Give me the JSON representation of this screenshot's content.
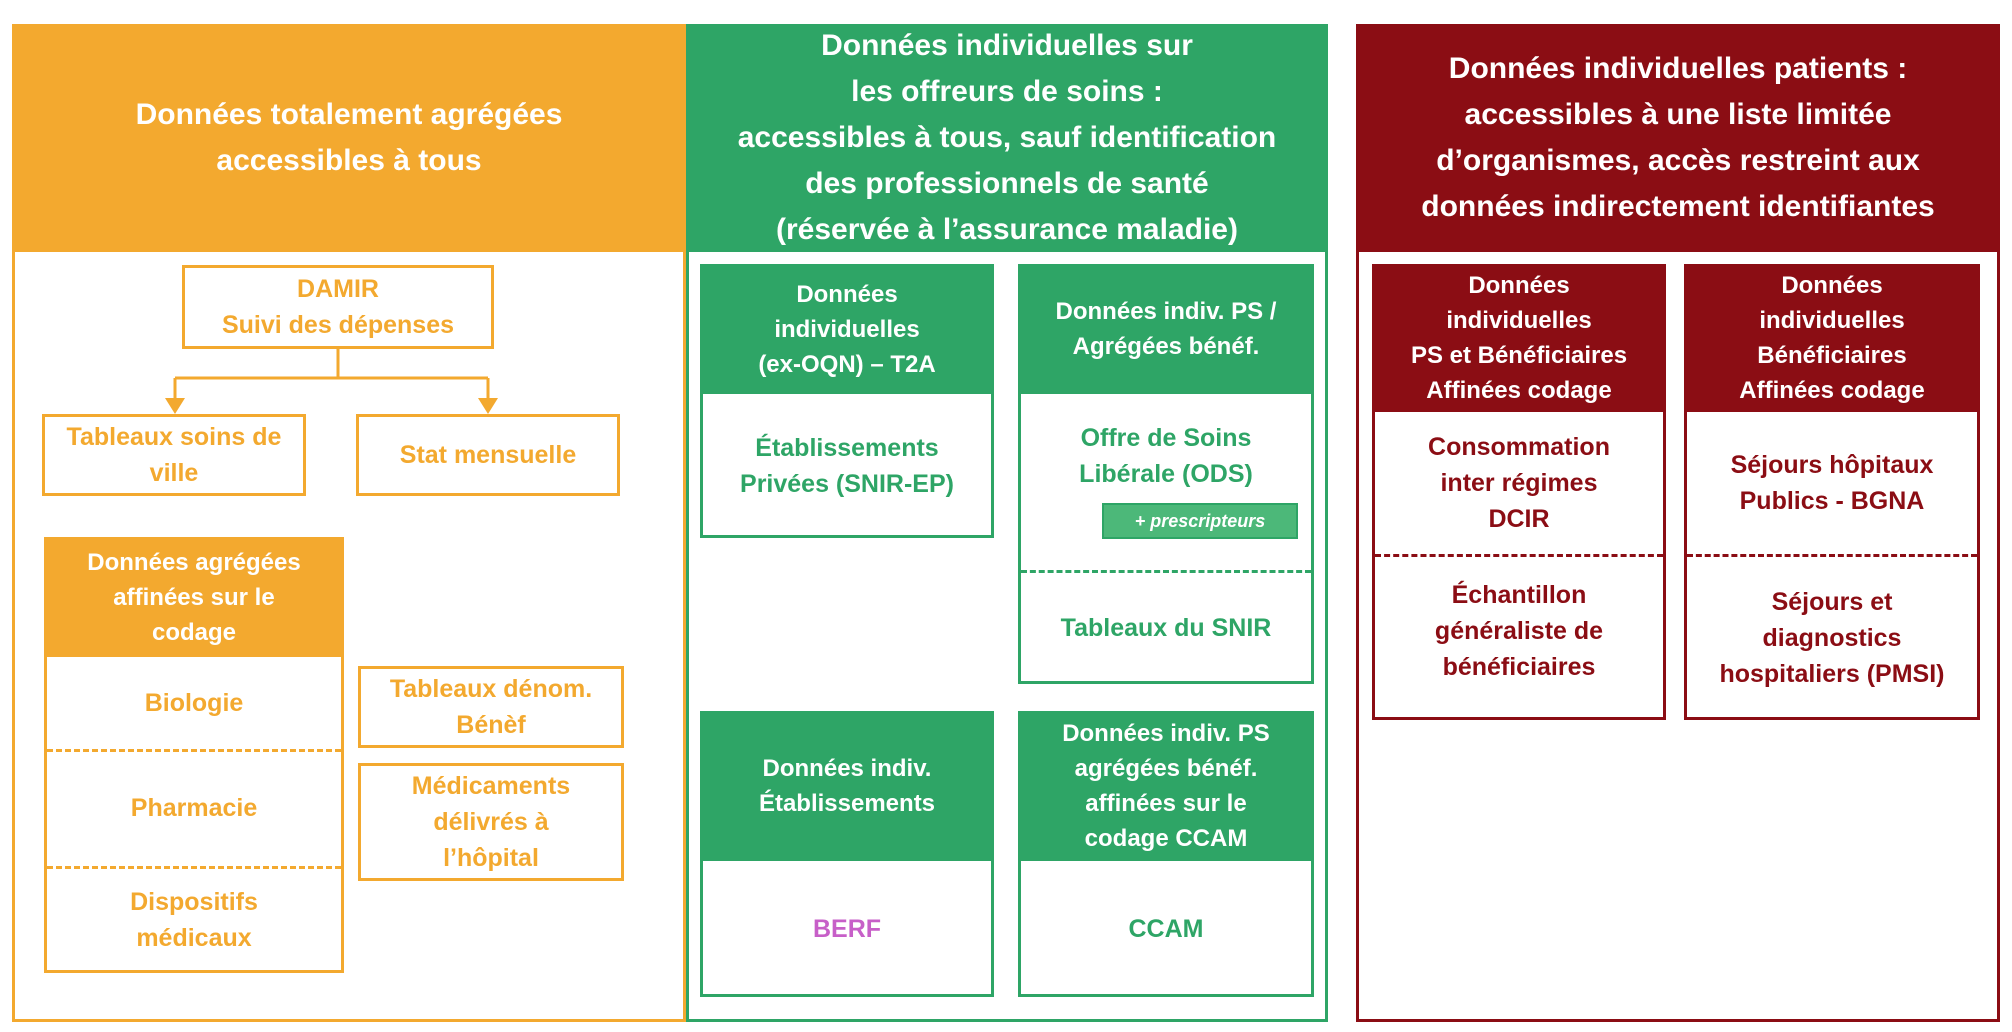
{
  "aggregated": {
    "header": [
      "Données totalement agrégées",
      "accessibles à tous"
    ],
    "damir": [
      "DAMIR",
      "Suivi des dépenses"
    ],
    "tableaux_soins": [
      "Tableaux soins de",
      "ville"
    ],
    "stat_mensuelle": "Stat mensuelle",
    "affinees_header": [
      "Données agrégées",
      "affinées sur le",
      "codage"
    ],
    "biologie": "Biologie",
    "pharmacie": "Pharmacie",
    "dispositifs": [
      "Dispositifs",
      "médicaux"
    ],
    "tableaux_denom": [
      "Tableaux dénom.",
      "Bénèf"
    ],
    "medicaments": [
      "Médicaments",
      "délivrés à",
      "l’hôpital"
    ]
  },
  "providers": {
    "header": [
      "Données individuelles sur",
      "les offreurs de soins :",
      "accessibles à tous, sauf identification",
      "des professionnels de santé",
      "(réservée à l’assurance maladie)"
    ],
    "box1_header": [
      "Données",
      "individuelles",
      "(ex-OQN) – T2A"
    ],
    "box1_item": [
      "Établissements",
      "Privées (SNIR-EP)"
    ],
    "box2_header": [
      "Données indiv. PS /",
      "Agrégées bénéf."
    ],
    "box2_item": [
      "Offre de Soins",
      "Libérale (ODS)"
    ],
    "box2_pill": "+ prescripteurs",
    "box2_item2": "Tableaux du SNIR",
    "box3_header": [
      "Données indiv.",
      "Établissements"
    ],
    "box3_item": "BERF",
    "box3_item_color": "#C75FC8",
    "box4_header": [
      "Données indiv. PS",
      "agrégées bénéf.",
      "affinées sur le",
      "codage CCAM"
    ],
    "box4_item": "CCAM"
  },
  "patients": {
    "header": [
      "Données individuelles patients :",
      "accessibles à une liste limitée",
      "d’organismes, accès restreint aux",
      "données indirectement identifiantes"
    ],
    "box1_header": [
      "Données",
      "individuelles",
      "PS et Bénéficiaires",
      "Affinées codage"
    ],
    "box1_item1": [
      "Consommation",
      "inter régimes",
      "DCIR"
    ],
    "box1_item2": [
      "Échantillon",
      "généraliste de",
      "bénéficiaires"
    ],
    "box2_header": [
      "Données",
      "individuelles",
      "Bénéficiaires",
      "Affinées codage"
    ],
    "box2_item1": [
      "Séjours hôpitaux",
      "Publics - BGNA"
    ],
    "box2_item2": [
      "Séjours et",
      "diagnostics",
      "hospitaliers (PMSI)"
    ]
  },
  "colors": {
    "orange": "#F3A92F",
    "green": "#2EA566",
    "dark_red": "#8B0D14",
    "berf_purple": "#C75FC8"
  }
}
